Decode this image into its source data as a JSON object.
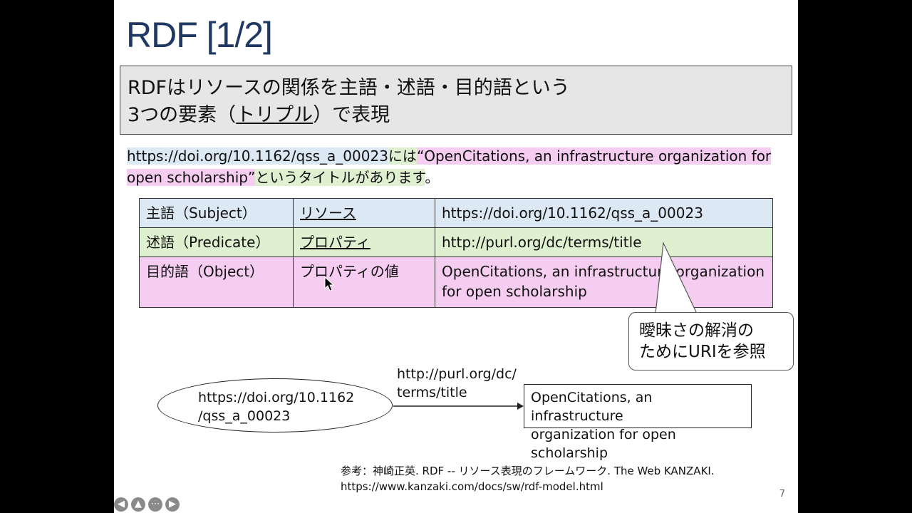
{
  "slide": {
    "title": "RDF [1/2]",
    "summary": {
      "line1": "RDFはリソースの関係を主語・述語・目的語という",
      "line2_pre": "3つの要素（",
      "line2_underlined": "トリプル",
      "line2_post": "）で表現"
    },
    "sentence": {
      "subject_url": "https://doi.org/10.1162/qss_a_00023",
      "particle": "には",
      "object_text": "“OpenCitations, an infrastructure organization for open scholarship”",
      "predicate_text": "というタイトルがあります",
      "period": "。"
    },
    "table": {
      "rows": [
        {
          "role": "主語（Subject）",
          "kind": "リソース",
          "value": "https://doi.org/10.1162/qss_a_00023"
        },
        {
          "role": "述語（Predicate）",
          "kind": "プロパティ",
          "value": "http://purl.org/dc/terms/title"
        },
        {
          "role": "目的語（Object）",
          "kind": "プロパティの値",
          "value": "OpenCitations, an infrastructure organization for open scholarship"
        }
      ]
    },
    "callout": {
      "line1": "曖昧さの解消の",
      "line2": "ためにURIを参照"
    },
    "diagram": {
      "node_subject_line1": "https://doi.org/10.1162",
      "node_subject_line2": "/qss_a_00023",
      "edge_line1": "http://purl.org/dc/",
      "edge_line2": "terms/title",
      "node_object_line1": "OpenCitations, an infrastructure",
      "node_object_line2": "organization for open scholarship"
    },
    "reference": {
      "line1": "参考：神崎正英. RDF -- リソース表現のフレームワーク. The Web KANZAKI.",
      "line2": "https://www.kanzaki.com/docs/sw/rdf-model.html"
    },
    "page_number": "7"
  },
  "nav": {
    "prev_icon": "arrow-left-icon",
    "pen_icon": "pen-icon",
    "menu_icon": "ellipsis-icon",
    "next_icon": "arrow-right-icon"
  }
}
